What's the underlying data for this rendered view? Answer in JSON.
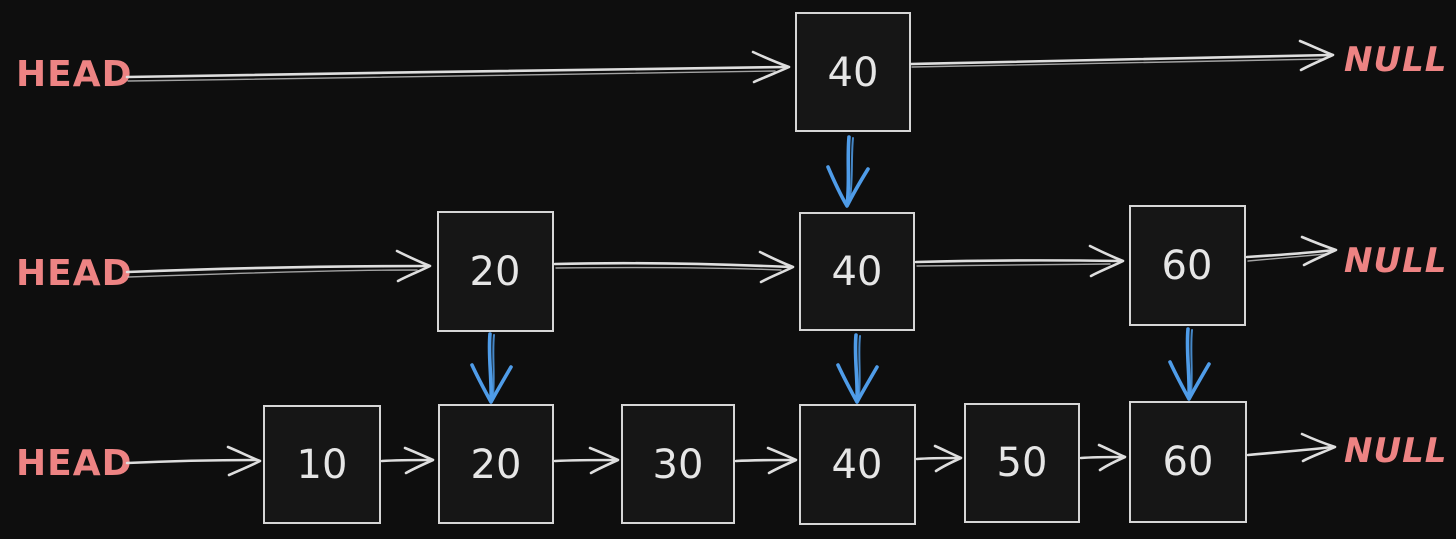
{
  "diagram": {
    "structure_note": "skip list with three levels",
    "colors": {
      "background": "#0e0e0e",
      "label_text": "#ed8383",
      "node_border": "#d6d6d6",
      "node_fill": "#161616",
      "node_text": "#e6e6e6",
      "pointer_arrow": "#dedede",
      "down_arrow": "#4f9ce8"
    },
    "levels": [
      {
        "head": "HEAD",
        "null": "NULL",
        "nodes": [
          "40"
        ]
      },
      {
        "head": "HEAD",
        "null": "NULL",
        "nodes": [
          "20",
          "40",
          "60"
        ]
      },
      {
        "head": "HEAD",
        "null": "NULL",
        "nodes": [
          "10",
          "20",
          "30",
          "40",
          "50",
          "60"
        ]
      }
    ]
  }
}
